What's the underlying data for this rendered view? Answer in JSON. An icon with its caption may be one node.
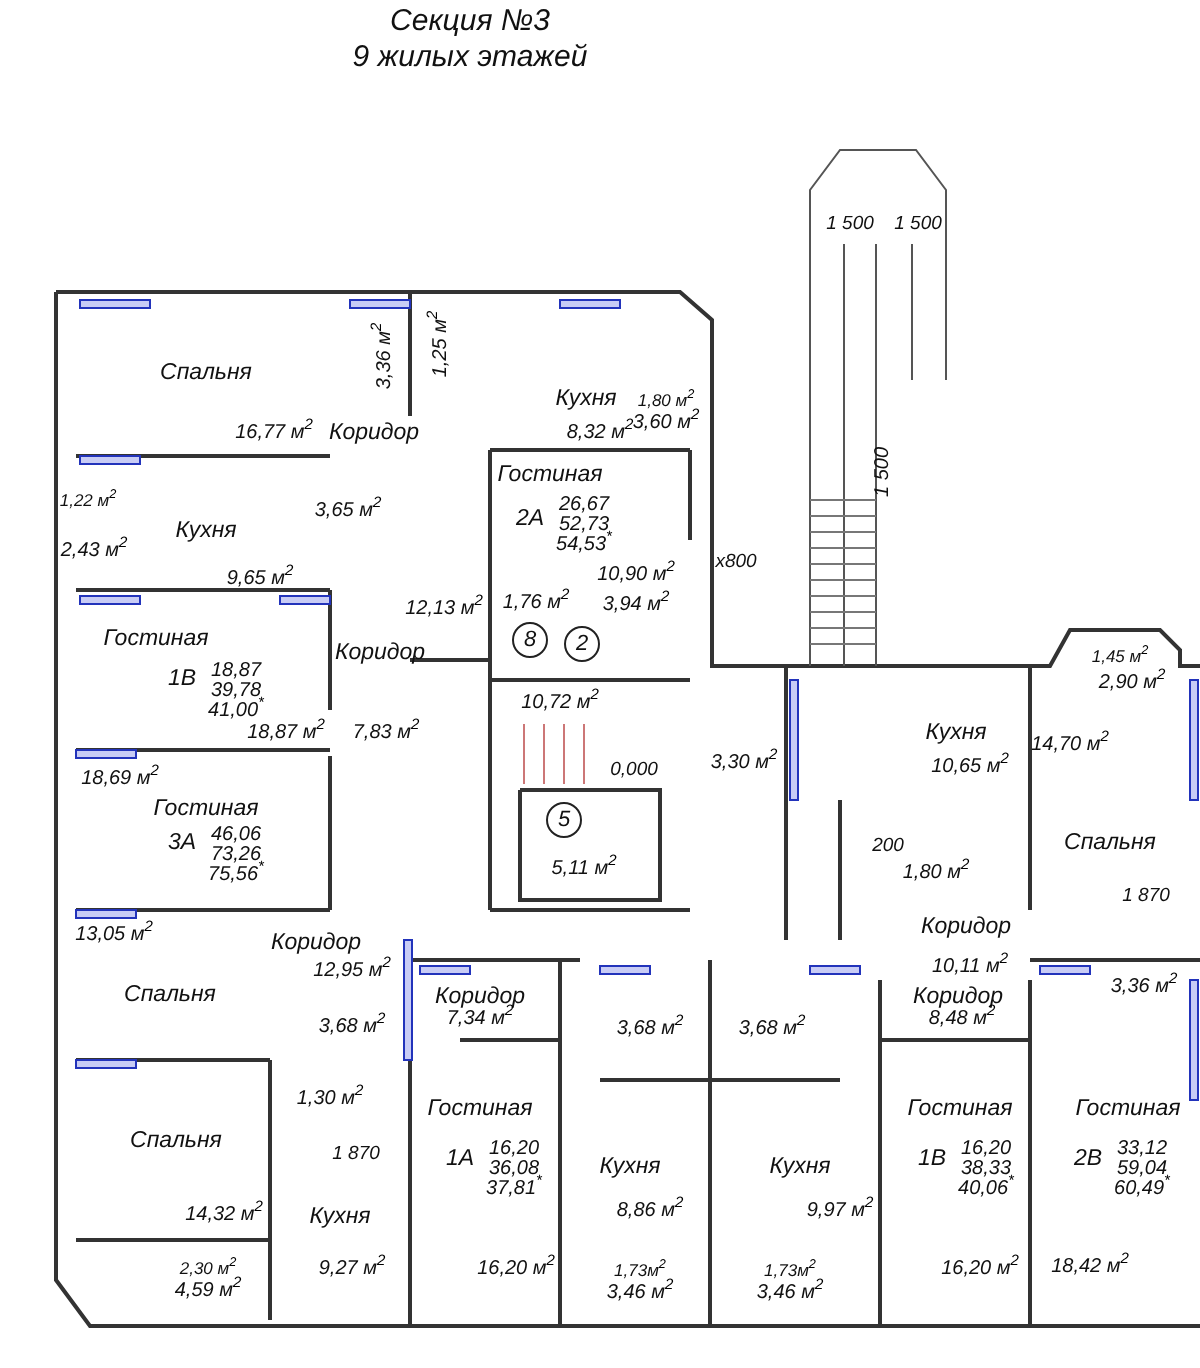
{
  "diagram": {
    "title": "Секция №3",
    "caption": "9 жилых этажей",
    "labels": [
      "1 500",
      "1 500",
      "Спальня",
      "3,36 м$^{2}$",
      "1,25 м$^{2}$",
      "Кухня",
      "1,80 м$^{2}$",
      "16,77 м$^{2}$",
      "Коридор",
      "8,32 м$^{2}$",
      "3,60 м$^{2}$",
      "Гостиная",
      "1,22 м$^{2}$",
      "3,65 м$^{2}$",
      "2А",
      "26,67 52,73 54,53$^{*}$",
      "1 500",
      "2,43 м$^{2}$",
      "Кухня",
      "9,65 м$^{2}$",
      "10,90 м$^{2}$",
      "х800",
      "12,13 м$^{2}$",
      "1,76 м$^{2}$",
      "3,94 м$^{2}$",
      "Гостиная",
      "Коридор",
      "8",
      "2",
      "1В",
      "18,87 39,78 41,00$^{*}$",
      "10,72 м$^{2}$",
      "1,45 м$^{2}$",
      "2,90 м$^{2}$",
      "18,87 м$^{2}$",
      "7,83 м$^{2}$",
      "3,30 м$^{2}$",
      "Кухня",
      "14,70 м$^{2}$",
      "18,69 м$^{2}$",
      "0,000",
      "10,65 м$^{2}$",
      "Гостиная",
      "3А",
      "46,06 73,26 75,56$^{*}$",
      "5",
      "200",
      "Спальня",
      "5,11 м$^{2}$",
      "1,80 м$^{2}$",
      "1 870",
      "13,05 м$^{2}$",
      "Коридор",
      "Коридор",
      "12,95 м$^{2}$",
      "10,11 м$^{2}$",
      "Спальня",
      "Коридор",
      "Коридор",
      "3,36 м$^{2}$",
      "3,68 м$^{2}$",
      "7,34 м$^{2}$",
      "3,68 м$^{2}$",
      "3,68 м$^{2}$",
      "8,48 м$^{2}$",
      "1,30 м$^{2}$",
      "Гостиная",
      "Гостиная",
      "Гостиная",
      "Спальня",
      "1 870",
      "1А",
      "16,20 36,08 37,81$^{*}$",
      "Кухня",
      "Кухня",
      "1В",
      "16,20 38,33 40,06$^{*}$",
      "2В",
      "33,12 59,04 60,49$^{*}$",
      "14,32 м$^{2}$",
      "Кухня",
      "8,86 м$^{2}$",
      "9,97 м$^{2}$",
      "2,30 м$^{2}$",
      "9,27 м$^{2}$",
      "16,20 м$^{2}$",
      "1,73м$^{2}$",
      "1,73м$^{2}$",
      "16,20 м$^{2}$",
      "18,42 м$^{2}$",
      "4,59 м$^{2}$",
      "3,46 м$^{2}$",
      "3,46 м$^{2}$"
    ]
  }
}
